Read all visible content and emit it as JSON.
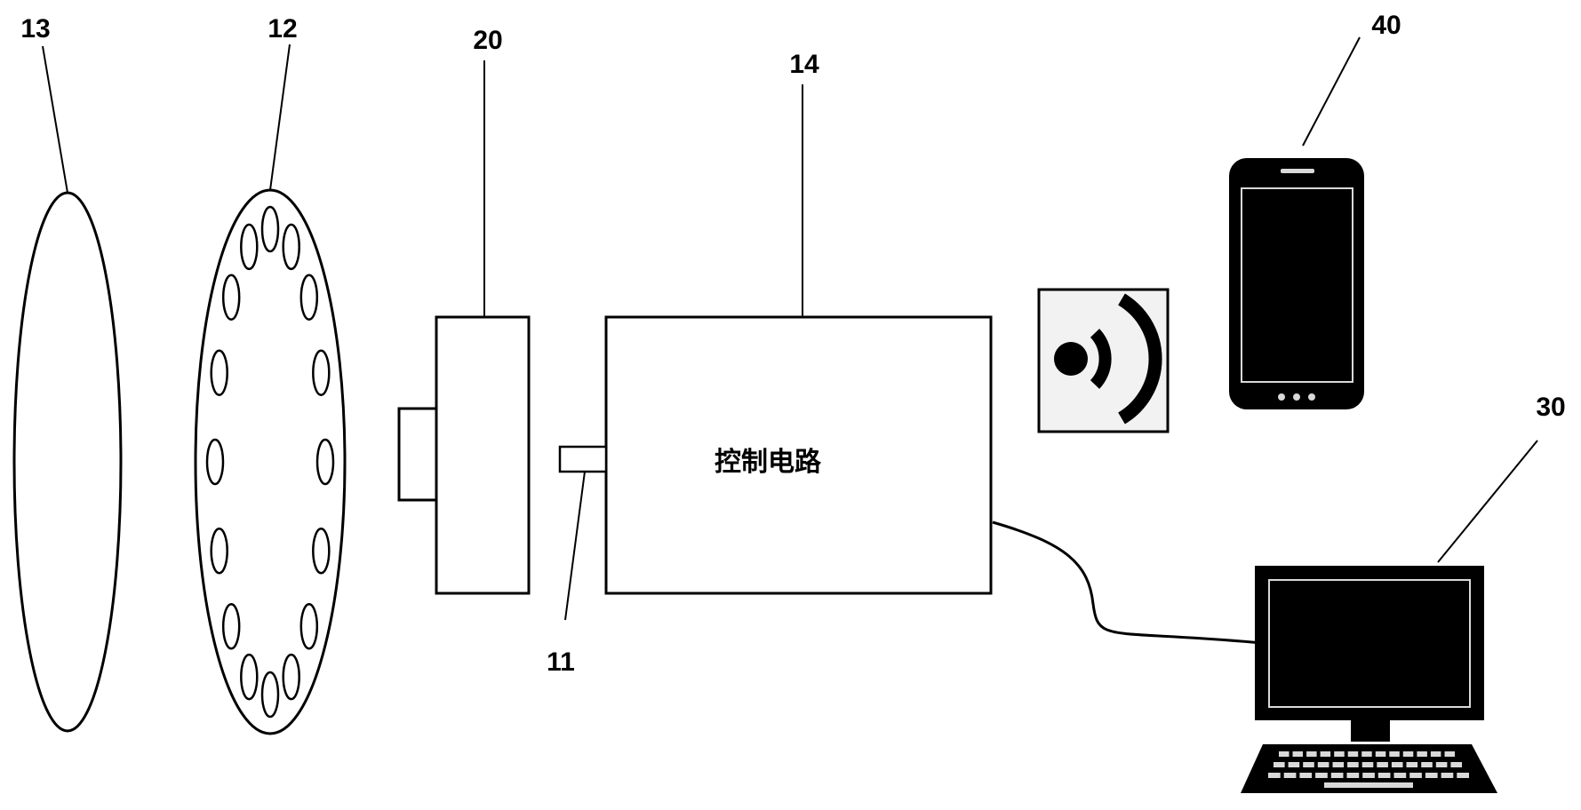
{
  "labels": {
    "lens": "13",
    "led_ring": "12",
    "camera_module": "20",
    "control_circuit": "14",
    "connector": "11",
    "mobile_phone": "40",
    "computer": "30"
  },
  "control_circuit_text": "控制电路",
  "colors": {
    "stroke": "#000000",
    "fill_dark": "#000000",
    "screen_border": "#d9d9d9",
    "wireless_bg": "#f2f2f2",
    "background": "#ffffff"
  },
  "icons": {
    "wireless": "wireless-signal-icon",
    "phone": "smartphone-icon",
    "computer": "desktop-computer-icon"
  }
}
